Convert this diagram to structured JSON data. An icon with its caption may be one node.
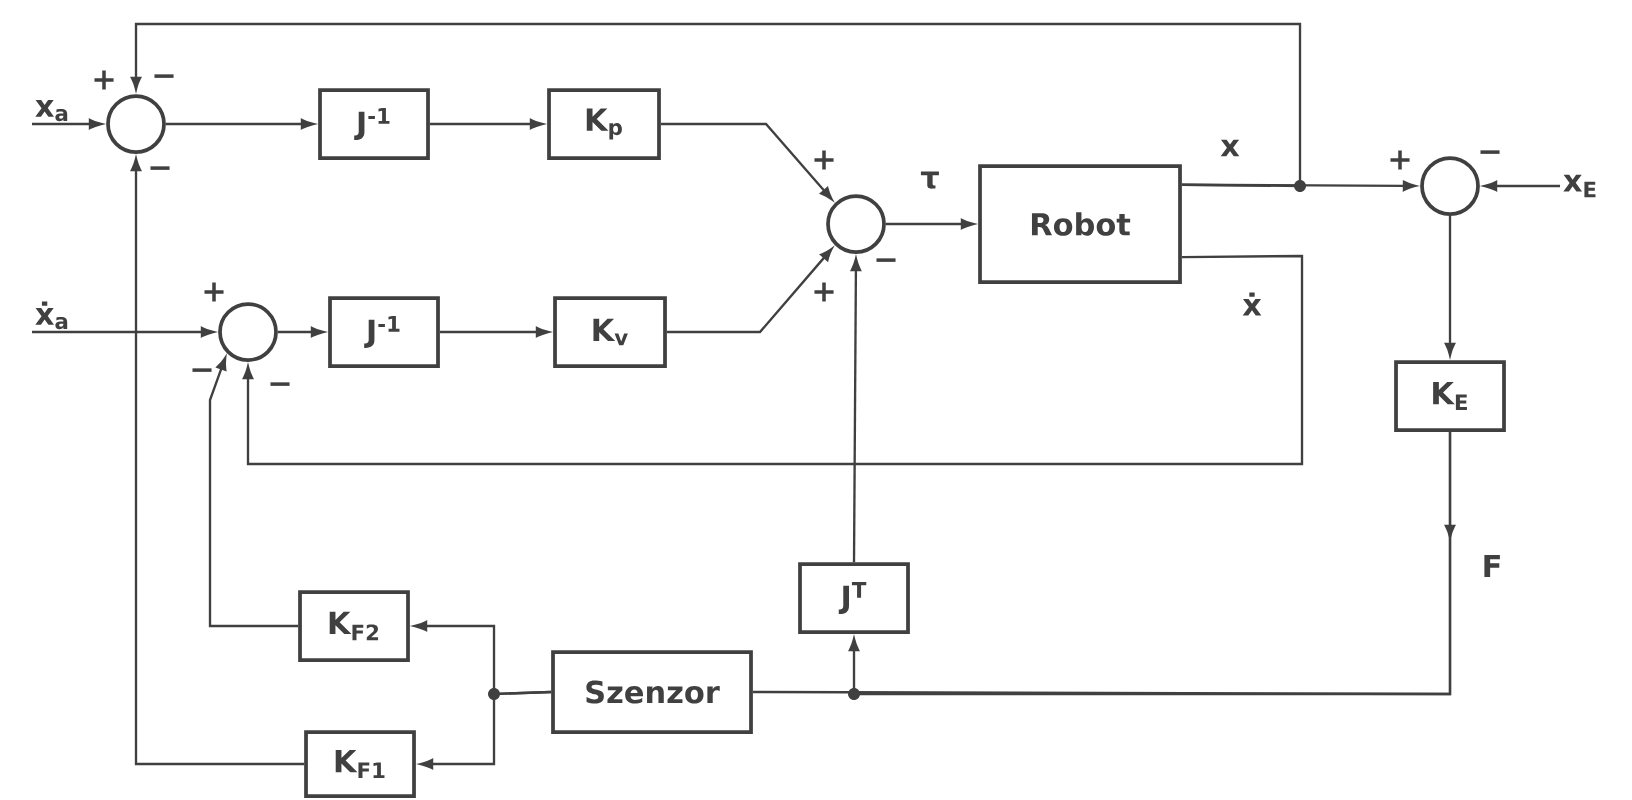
{
  "diagram": {
    "nodes": [
      {
        "text": [],
        "shape": "circle"
      },
      {
        "text": [
          "J$^{-1}$"
        ]
      },
      {
        "text": [
          "K$_{p}$"
        ]
      },
      {
        "text": [],
        "shape": "circle"
      },
      {
        "text": [
          "J$^{-1}$"
        ]
      },
      {
        "text": [
          "K$_{v}$"
        ]
      },
      {
        "text": [],
        "shape": "circle"
      },
      {
        "text": [
          "Robot"
        ]
      },
      {
        "text": [],
        "shape": "circle"
      },
      {
        "text": [
          "K$_{E}$"
        ]
      },
      {
        "text": [
          "J$^{T}$"
        ]
      },
      {
        "text": [
          "Szenzor"
        ]
      },
      {
        "text": [
          "K$_{F2}$"
        ]
      },
      {
        "text": [
          "K$_{F1}$"
        ]
      },
      {
        "text": [
          "x$_{a}$"
        ]
      },
      {
        "text": [
          "ẋ$_{a}$"
        ]
      },
      {
        "text": [
          "x$_{E}$"
        ]
      }
    ],
    "edges": [
      {
        "from": 14,
        "to": 0,
        "arrow": "to"
      },
      {
        "from": 0,
        "to": 1,
        "arrow": "to"
      },
      {
        "from": 1,
        "to": 2,
        "arrow": "to"
      },
      {
        "from": 2,
        "to": 6,
        "arrow": "to"
      },
      {
        "from": 15,
        "to": 3,
        "arrow": "to"
      },
      {
        "from": 3,
        "to": 4,
        "arrow": "to"
      },
      {
        "from": 4,
        "to": 5,
        "arrow": "to"
      },
      {
        "from": 5,
        "to": 6,
        "arrow": "to"
      },
      {
        "from": 6,
        "to": 7,
        "arrow": "to",
        "label": "τ"
      },
      {
        "from": 7,
        "to": 8,
        "arrow": "to",
        "label": "x"
      },
      {
        "from": 7,
        "to": 0,
        "arrow": "to"
      },
      {
        "from": 16,
        "to": 8,
        "arrow": "to"
      },
      {
        "from": 8,
        "to": 9,
        "arrow": "to"
      },
      {
        "from": 7,
        "to": 3,
        "arrow": "to",
        "label": "ẋ"
      },
      {
        "from": 9,
        "to": 11,
        "arrow": "none",
        "label": "F"
      },
      {
        "from": 9,
        "to": 10,
        "arrow": "to"
      },
      {
        "from": 10,
        "to": 6,
        "arrow": "to"
      },
      {
        "from": 11,
        "to": 12,
        "arrow": "to"
      },
      {
        "from": 11,
        "to": 13,
        "arrow": "to"
      },
      {
        "from": 12,
        "to": 3,
        "arrow": "to"
      },
      {
        "from": 13,
        "to": 0,
        "arrow": "to"
      }
    ],
    "labels": [
      "+",
      "−",
      "−",
      "+",
      "−",
      "−",
      "+",
      "+",
      "−",
      "+",
      "−"
    ]
  }
}
